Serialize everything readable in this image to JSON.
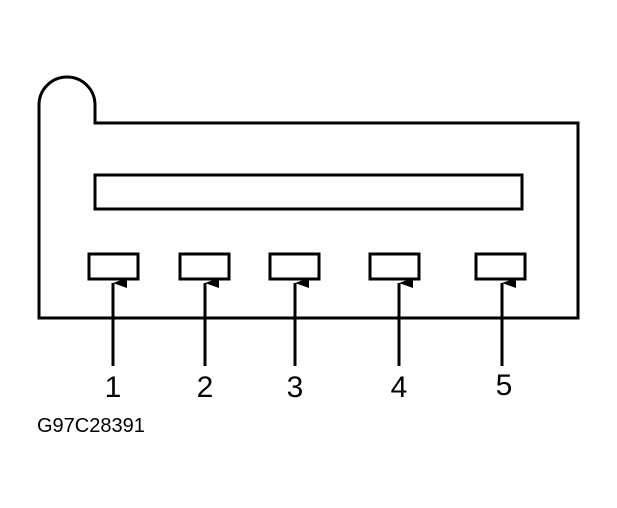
{
  "diagram": {
    "line_color": "#000000",
    "background_color": "#ffffff",
    "pins": [
      {
        "label": "1"
      },
      {
        "label": "2"
      },
      {
        "label": "3"
      },
      {
        "label": "4"
      },
      {
        "label": "5"
      }
    ],
    "figure_code": "G97C28391"
  }
}
